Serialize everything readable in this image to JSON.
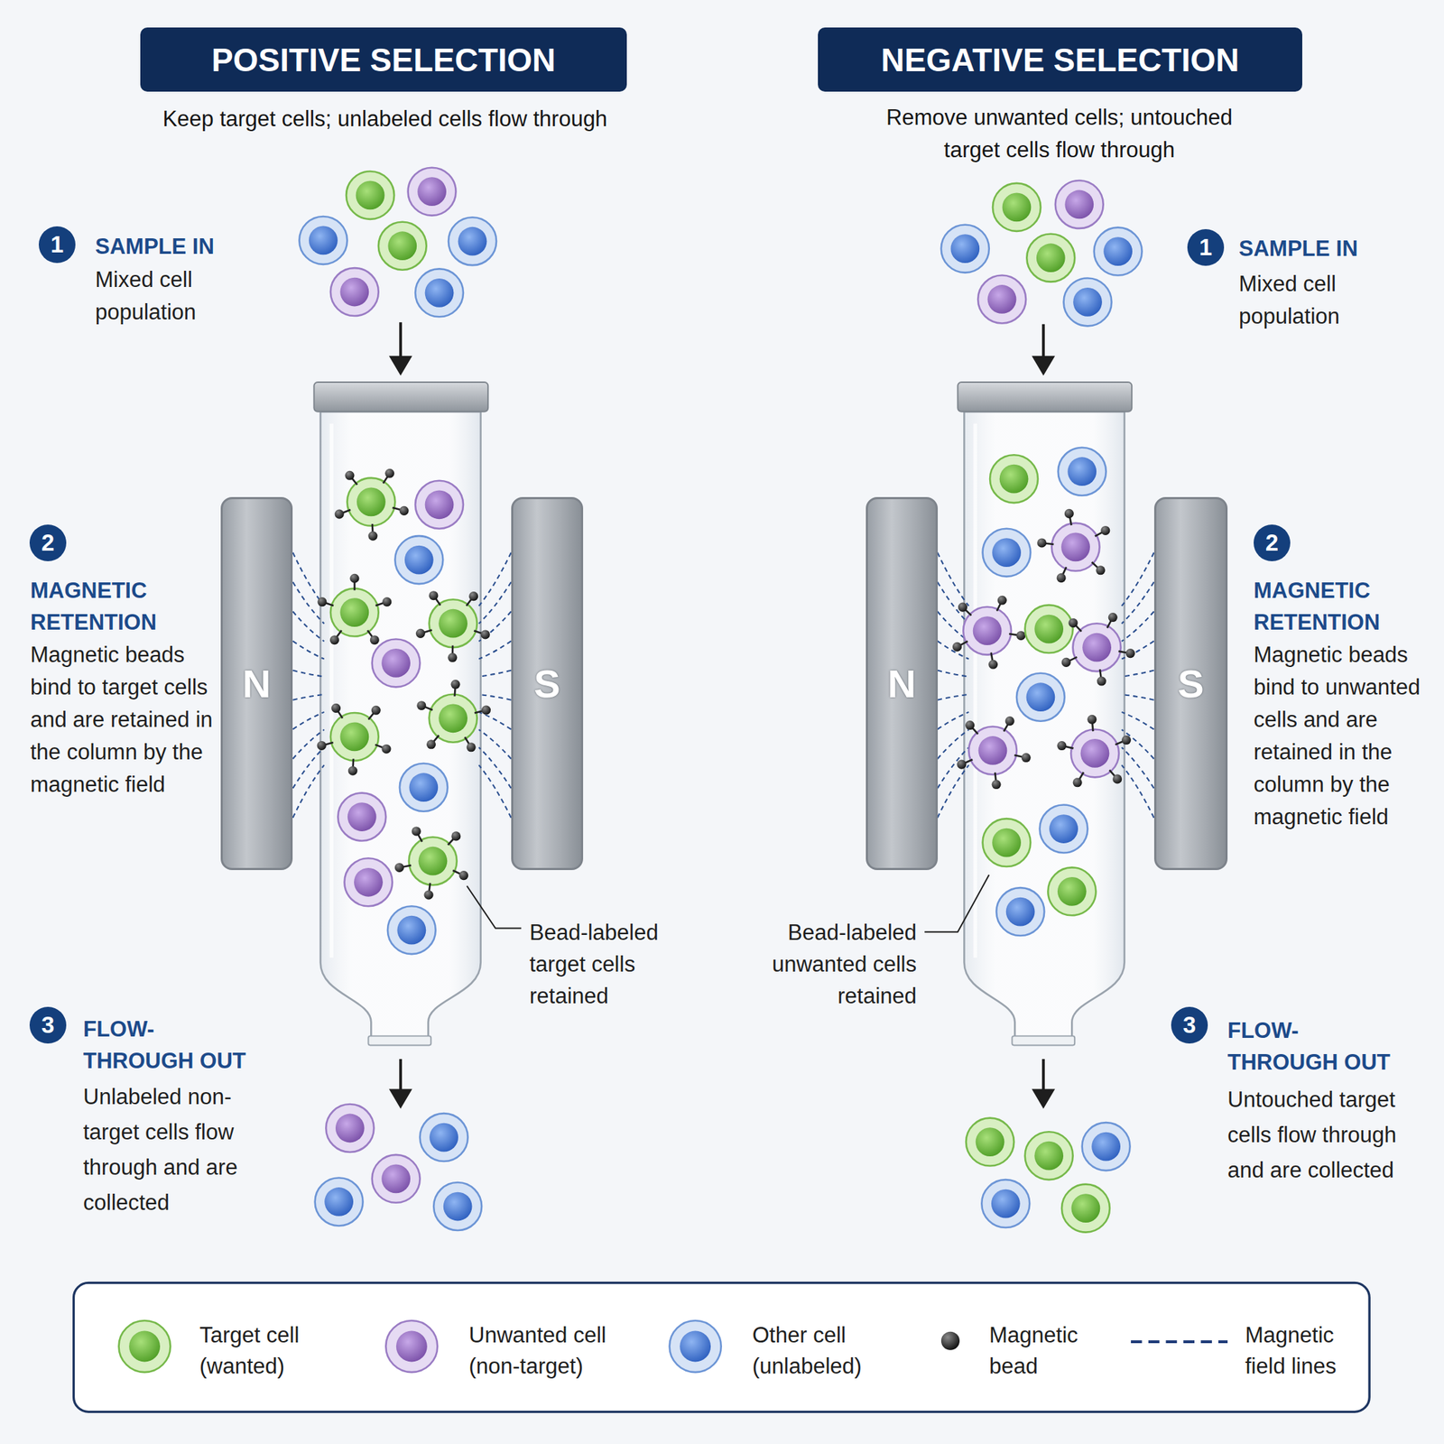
{
  "diagram": {
    "nodes": [
      {
        "text": [
          "POSITIVE SELECTION"
        ]
      },
      {
        "text": [
          "NEGATIVE SELECTION"
        ]
      },
      {
        "text": [
          "1"
        ]
      },
      {
        "text": [
          "1"
        ]
      },
      {
        "text": [
          "2"
        ]
      },
      {
        "text": [
          "N"
        ]
      },
      {
        "text": [
          "S"
        ]
      },
      {
        "text": [
          "N"
        ]
      },
      {
        "text": [
          "S"
        ]
      },
      {
        "text": [
          "2"
        ]
      },
      {
        "text": [
          "3"
        ]
      },
      {
        "text": [
          "3"
        ]
      }
    ],
    "labels": [
      "Keep target cells; unlabeled cells flow through",
      "Remove unwanted cells; untouched target cells flow through",
      "SAMPLE IN",
      "Mixed cell population",
      "SAMPLE IN",
      "Mixed cell population",
      "MAGNETIC RETENTION",
      "Magnetic beads bind to target cells and are retained in the column by the magnetic field",
      "MAGNETIC RETENTION",
      "Magnetic beads bind to unwanted cells and are retained in the column by the magnetic field",
      "Bead-labeled target cells retained",
      "Bead-labeled unwanted cells retained",
      "FLOW-THROUGH OUT",
      "Unlabeled non-target cells flow through and are collected",
      "FLOW-THROUGH OUT",
      "Untouched target cells flow through and are collected"
    ],
    "legend": [
      {
        "text": "Target cell (wanted)"
      },
      {
        "text": "Unwanted cell (non-target)"
      },
      {
        "text": "Other cell (unlabeled)"
      },
      {
        "text": "Magnetic bead"
      },
      {
        "text": "Magnetic field lines"
      }
    ]
  }
}
